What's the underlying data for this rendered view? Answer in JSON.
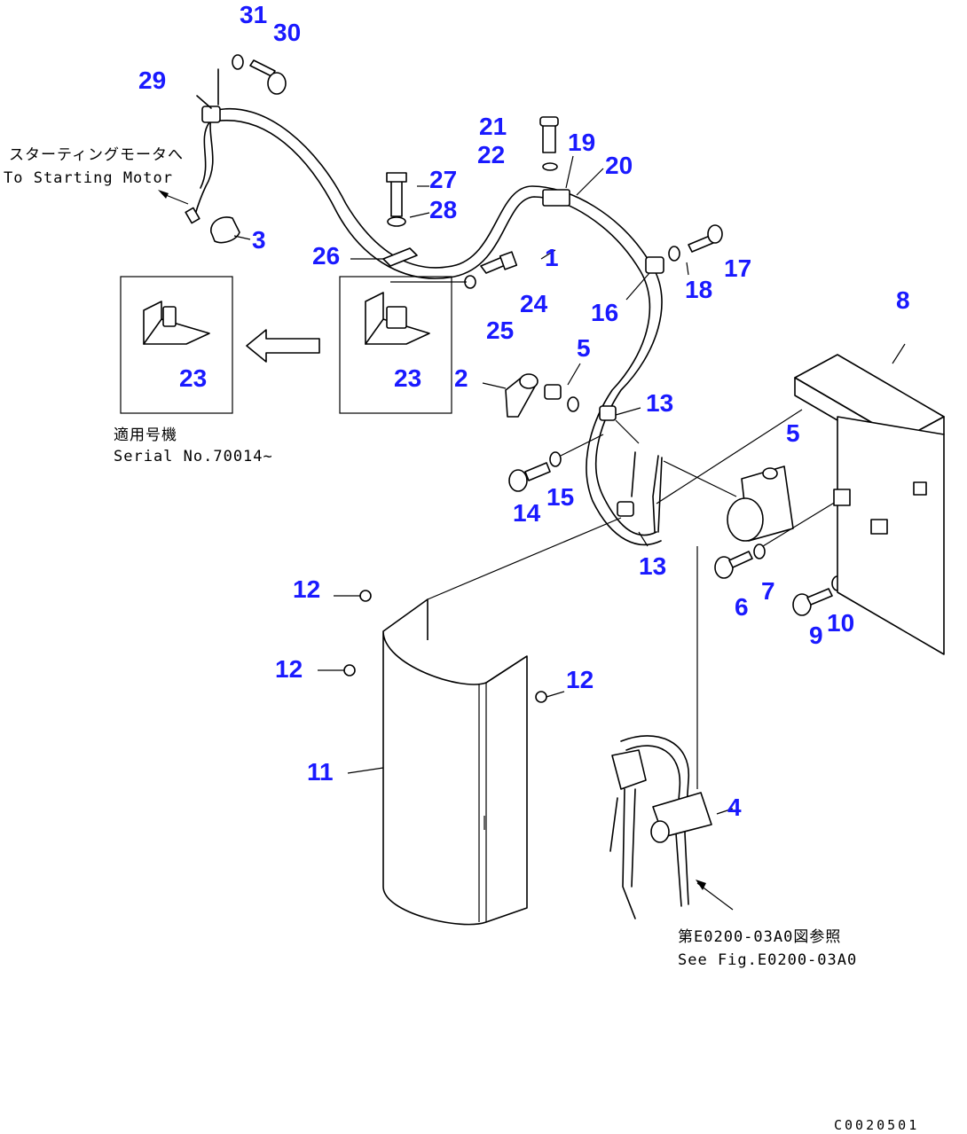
{
  "diagram": {
    "code": "C0020501",
    "notes": {
      "starting_motor_jp": "スターティングモータへ",
      "starting_motor_en": "To Starting Motor",
      "serial_jp": "適用号機",
      "serial_en": "Serial No.70014~",
      "see_fig_jp": "第E0200-03A0図参照",
      "see_fig_en": "See Fig.E0200-03A0"
    },
    "callouts": {
      "c1": "1",
      "c2": "2",
      "c3": "3",
      "c4": "4",
      "c5a": "5",
      "c5b": "5",
      "c6": "6",
      "c7": "7",
      "c8": "8",
      "c9": "9",
      "c10": "10",
      "c11": "11",
      "c12a": "12",
      "c12b": "12",
      "c12c": "12",
      "c13a": "13",
      "c13b": "13",
      "c14": "14",
      "c15": "15",
      "c16": "16",
      "c17": "17",
      "c18": "18",
      "c19": "19",
      "c20": "20",
      "c21": "21",
      "c22": "22",
      "c23a": "23",
      "c23b": "23",
      "c24": "24",
      "c25": "25",
      "c26": "26",
      "c27": "27",
      "c28": "28",
      "c29": "29",
      "c30": "30",
      "c31": "31"
    }
  }
}
